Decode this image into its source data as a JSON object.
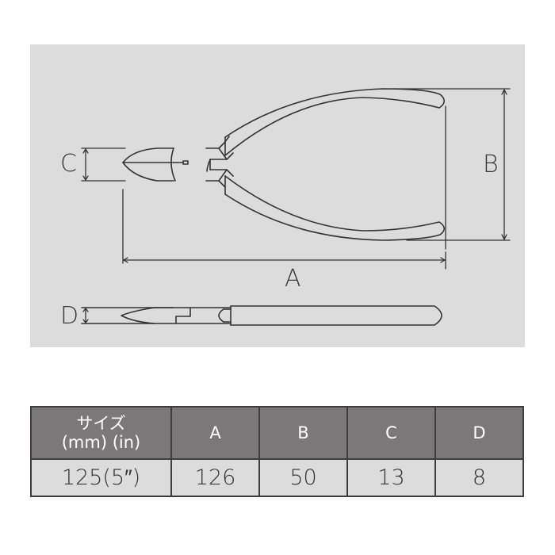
{
  "diagram": {
    "title": "Nipper dimension diagram",
    "labels": {
      "A": "A",
      "B": "B",
      "C": "C",
      "D": "D"
    },
    "colors": {
      "background": "#dcdcdc",
      "stroke": "#333333"
    }
  },
  "table": {
    "header": {
      "size_line1": "サイズ",
      "size_line2": "(mm) (in)",
      "cols": [
        "A",
        "B",
        "C",
        "D"
      ]
    },
    "rows": [
      {
        "size": "125(5″)",
        "A": "126",
        "B": "50",
        "C": "13",
        "D": "8"
      }
    ],
    "colors": {
      "header_bg": "#7a7878",
      "header_text": "#ffffff",
      "cell_bg": "#dcdcdc",
      "border": "#3d3d3d"
    }
  }
}
